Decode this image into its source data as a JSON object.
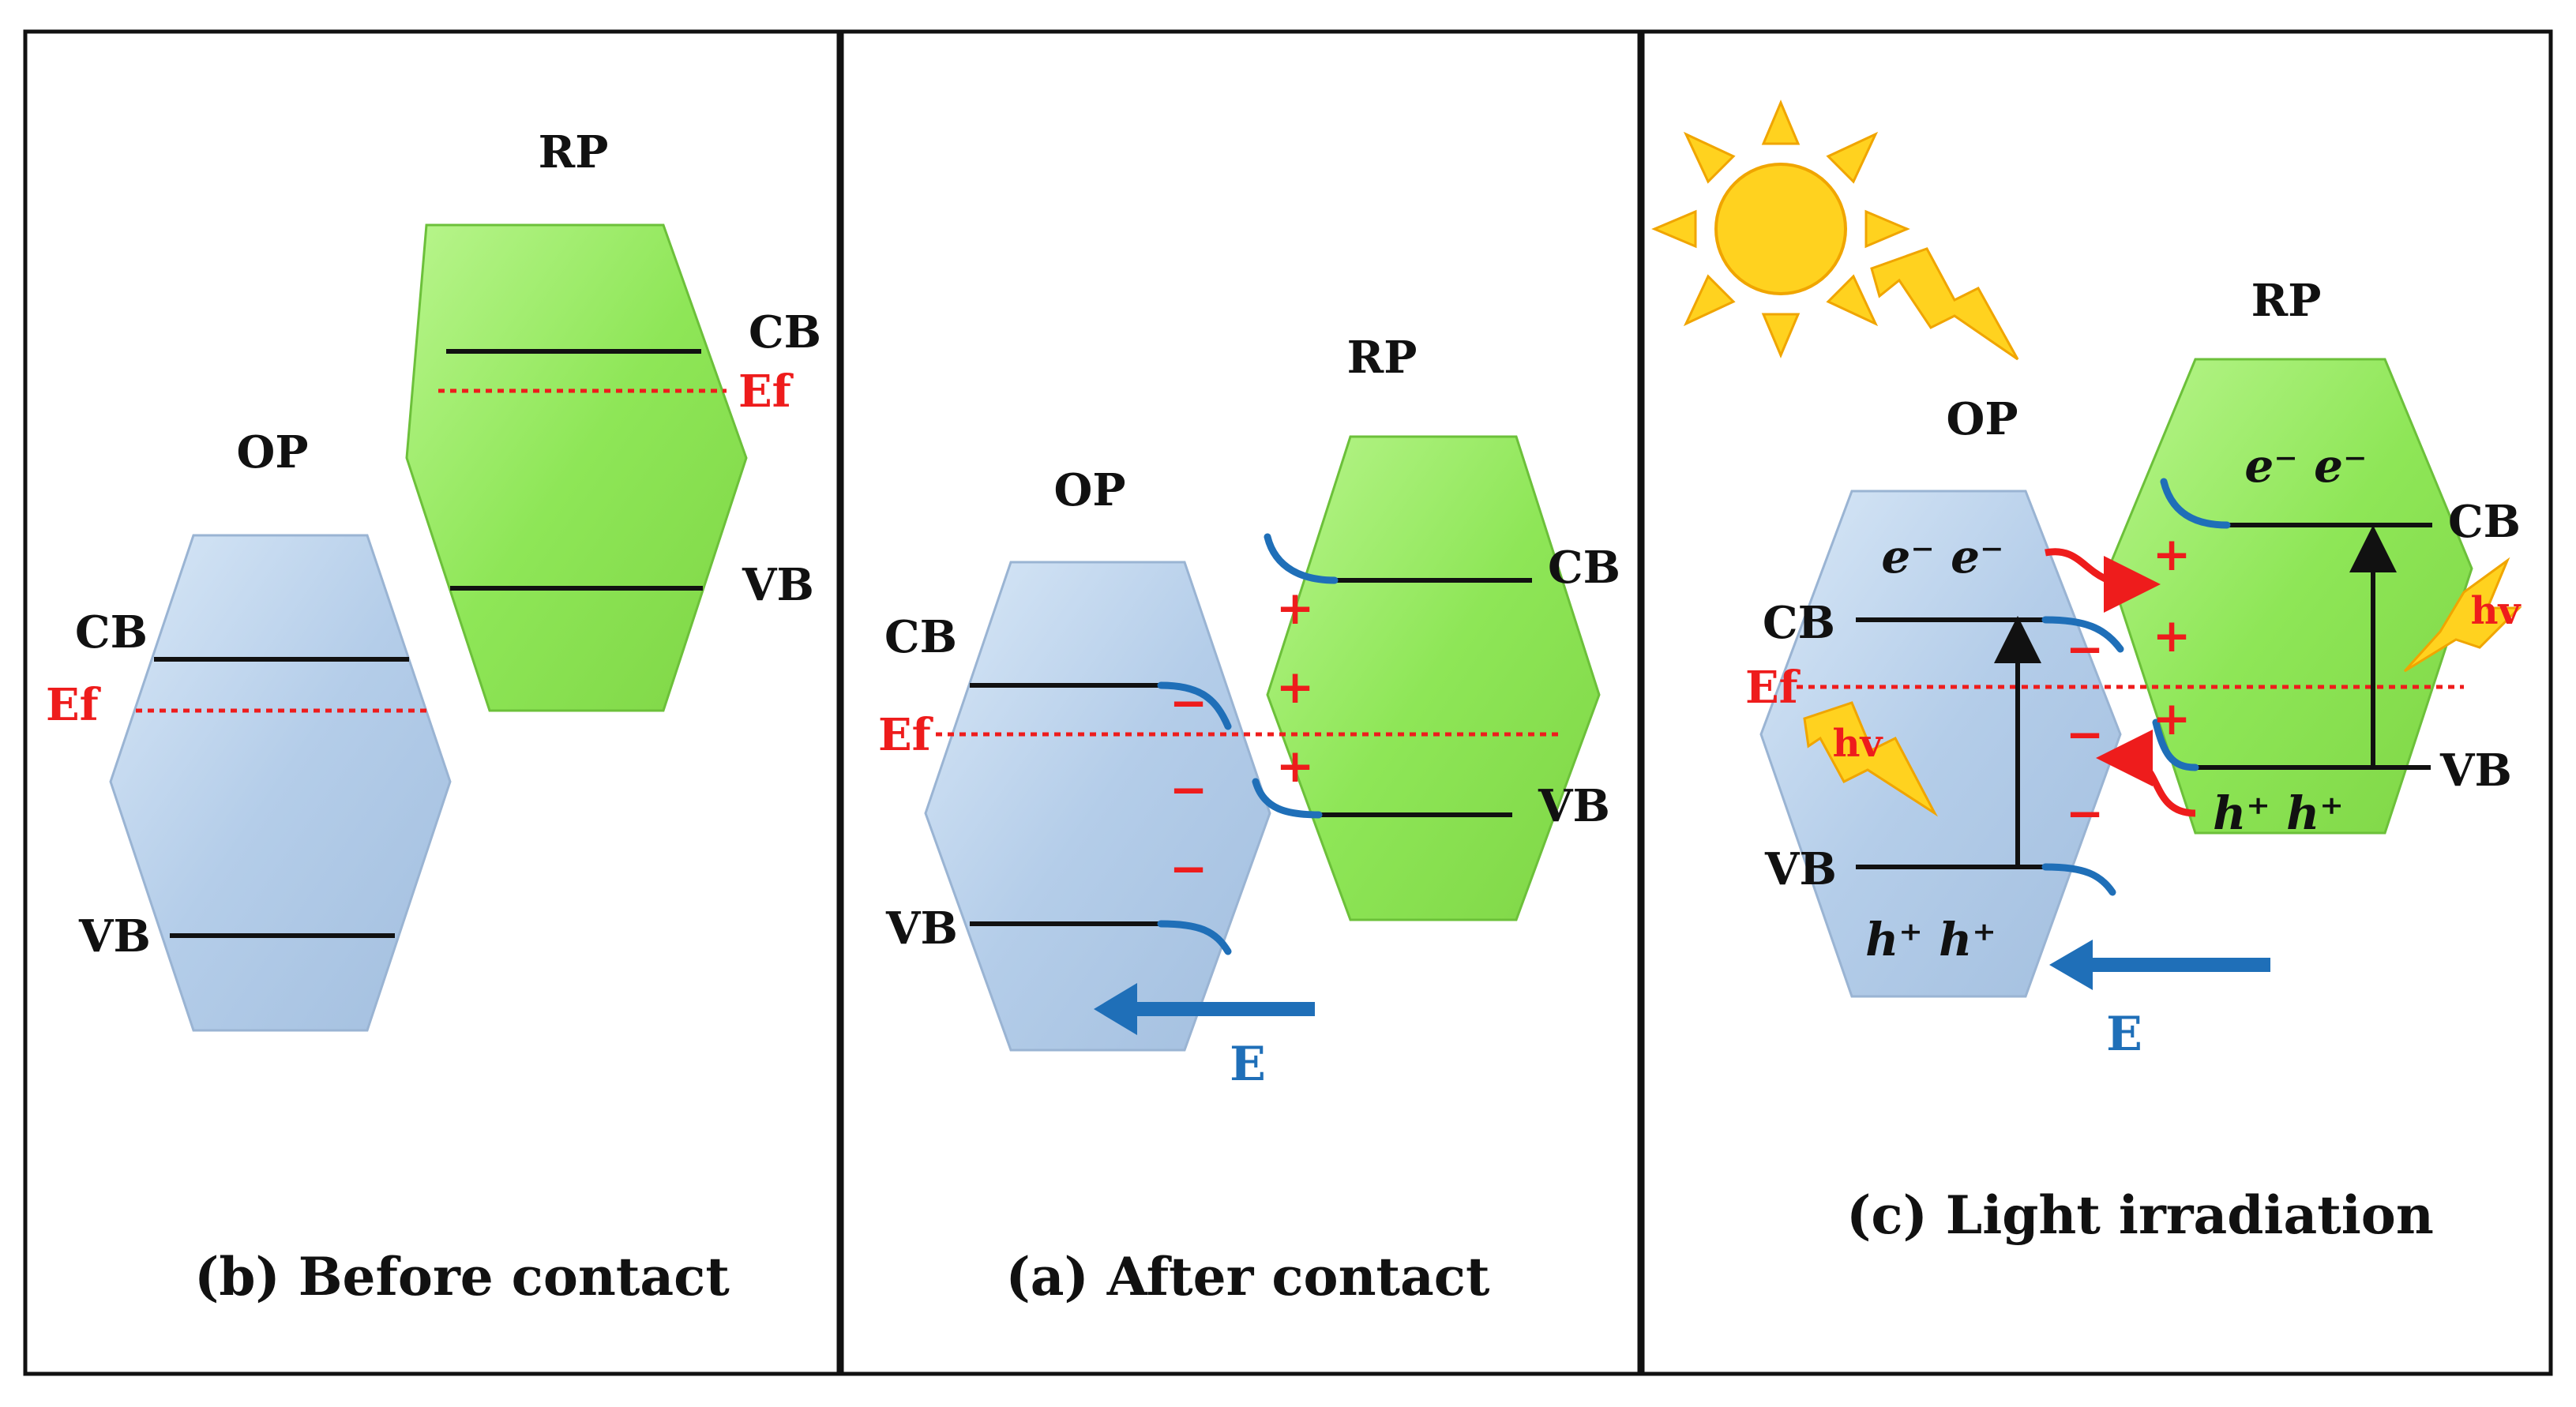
{
  "panels": {
    "before": {
      "caption": "(b) Before contact",
      "op_title": "OP",
      "rp_title": "RP",
      "op_cb": "CB",
      "op_vb": "VB",
      "op_ef": "Ef",
      "rp_cb": "CB",
      "rp_vb": "VB",
      "rp_ef": "Ef"
    },
    "after": {
      "caption": "(a) After contact",
      "op_title": "OP",
      "rp_title": "RP",
      "op_cb": "CB",
      "op_vb": "VB",
      "ef": "Ef",
      "rp_cb": "CB",
      "rp_vb": "VB",
      "field": "E",
      "plus": "+",
      "minus": "−"
    },
    "light": {
      "caption": "(c) Light irradiation",
      "op_title": "OP",
      "rp_title": "RP",
      "op_cb": "CB",
      "op_vb": "VB",
      "ef": "Ef",
      "rp_cb": "CB",
      "rp_vb": "VB",
      "field": "E",
      "op_electrons": "e⁻ e⁻",
      "rp_electrons": "e⁻ e⁻",
      "op_holes": "h⁺ h⁺",
      "rp_holes": "h⁺ h⁺",
      "hv": "hv",
      "plus": "+",
      "minus": "−"
    }
  },
  "colors": {
    "op_fill": "#b9d2ec",
    "rp_fill": "#8ee657",
    "fermi": "#ee1c1c",
    "bend": "#1f6fb8",
    "field_arrow": "#1f6fb8",
    "charge": "#ee1c1c",
    "sun": "#ffd21f",
    "bolt": "#ffd21f"
  },
  "icons": [
    "sun-icon",
    "lightning-icon"
  ]
}
